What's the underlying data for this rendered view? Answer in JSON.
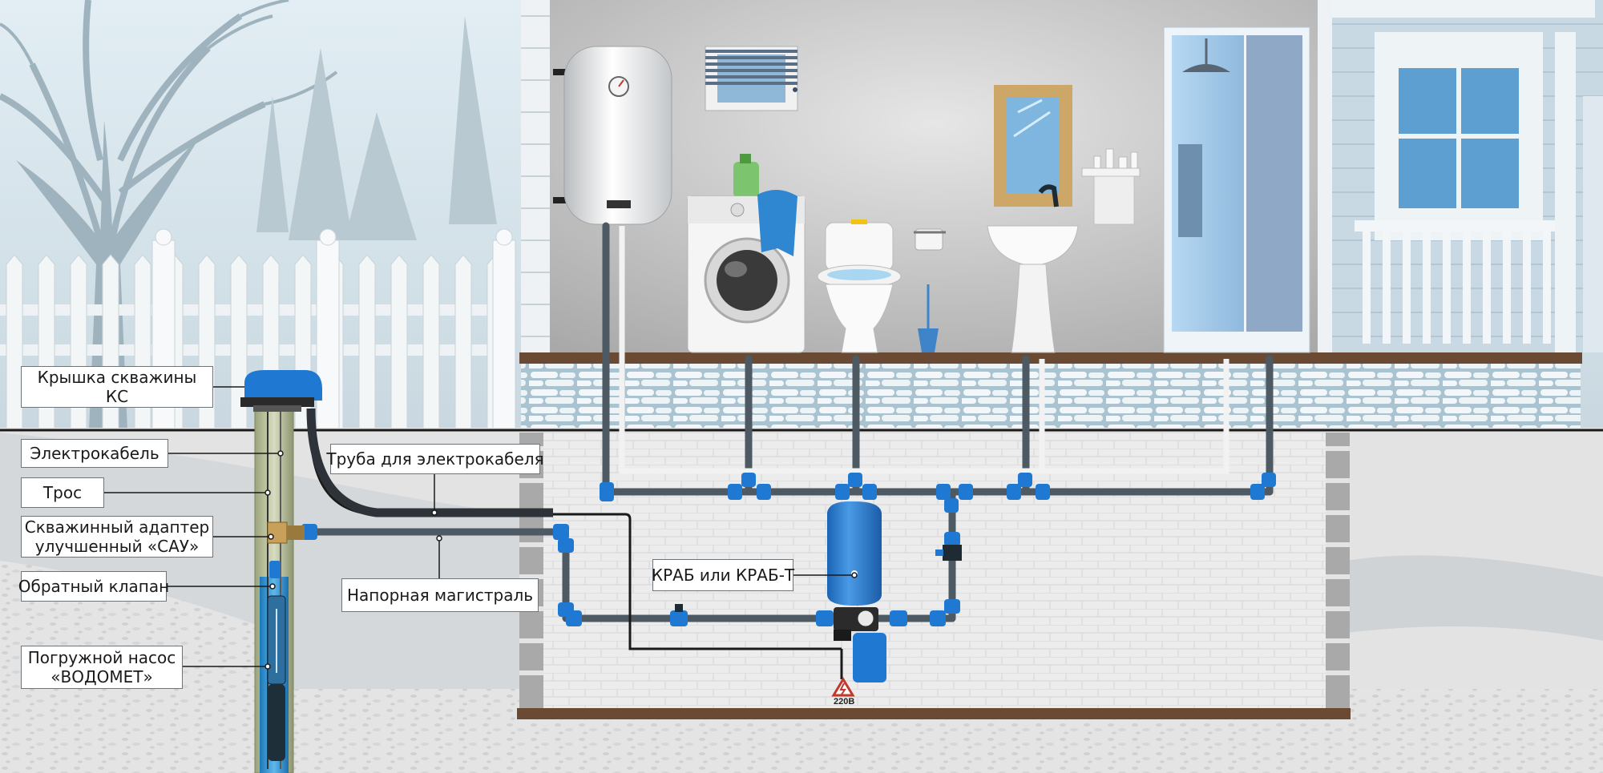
{
  "labels": {
    "well_cap": [
      "Крышка скважины",
      "КС"
    ],
    "electric_cable": "Электрокабель",
    "cable": "Трос",
    "well_adapter": [
      "Скважинный адаптер",
      "улучшенный «САУ»"
    ],
    "check_valve": "Обратный клапан",
    "pump": [
      "Погружной насос",
      "«ВОДОМЕТ»"
    ],
    "cable_pipe": "Труба для электрокабеля",
    "pressure_main": "Напорная магистраль",
    "tank": "КРАБ или КРАБ-Т",
    "voltage": "220В"
  },
  "colors": {
    "pipe": "#4e5a63",
    "fitting": "#1f78d1",
    "tank": "#2a7fd4",
    "wall_brick": "#e9e9e9",
    "floor_beam": "#6a4a32",
    "interior": "#bcbcbc",
    "sky": "#d7e6ee",
    "ground": "#e7e7e7"
  },
  "icons": [
    "tree-icon",
    "fence-icon",
    "water-heater-icon",
    "window-blind-icon",
    "detergent-bottle-icon",
    "washing-machine-icon",
    "towel-icon",
    "toilet-icon",
    "toilet-paper-icon",
    "toilet-brush-icon",
    "mirror-icon",
    "shelf-icon",
    "sink-icon",
    "shower-cabin-icon",
    "porch-icon",
    "well-cap-icon",
    "submersible-pump-icon",
    "pressure-tank-icon",
    "pressure-switch-icon",
    "ball-valve-icon",
    "high-voltage-warning-icon"
  ]
}
